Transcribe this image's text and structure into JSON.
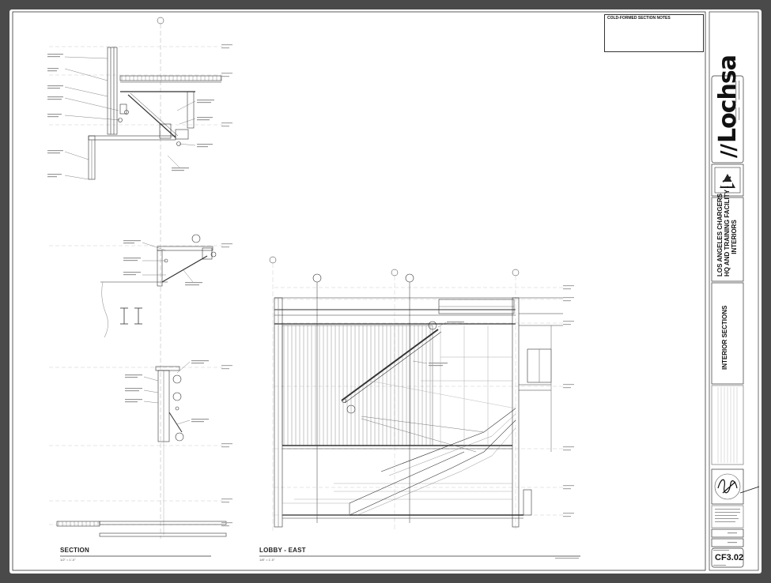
{
  "notes": {
    "title": "COLD-FORMED SECTION NOTES"
  },
  "sections": {
    "left_title": "SECTION",
    "left_scale": "1/2\" = 1'-0\"",
    "right_title": "LOBBY - EAST",
    "right_scale": "1/8\" = 1'-0\""
  },
  "title_block": {
    "brand": "Lochsa",
    "project_line1": "LOS ANGELES CHARGERS",
    "project_line2": "HQ AND TRAINING FACILITY -",
    "project_line3": "INTERIORS",
    "sheet_title": "INTERIOR SECTIONS",
    "sheet_number": "CF3.02"
  },
  "colors": {
    "frame": "#4a4a4a",
    "paper": "#ffffff",
    "line": "#333333",
    "hatch": "#777777"
  },
  "icons": {
    "signature": "signature-icon",
    "architect_logo": "architect-logo-icon",
    "brand_mark": "lochsa-logo-icon"
  }
}
